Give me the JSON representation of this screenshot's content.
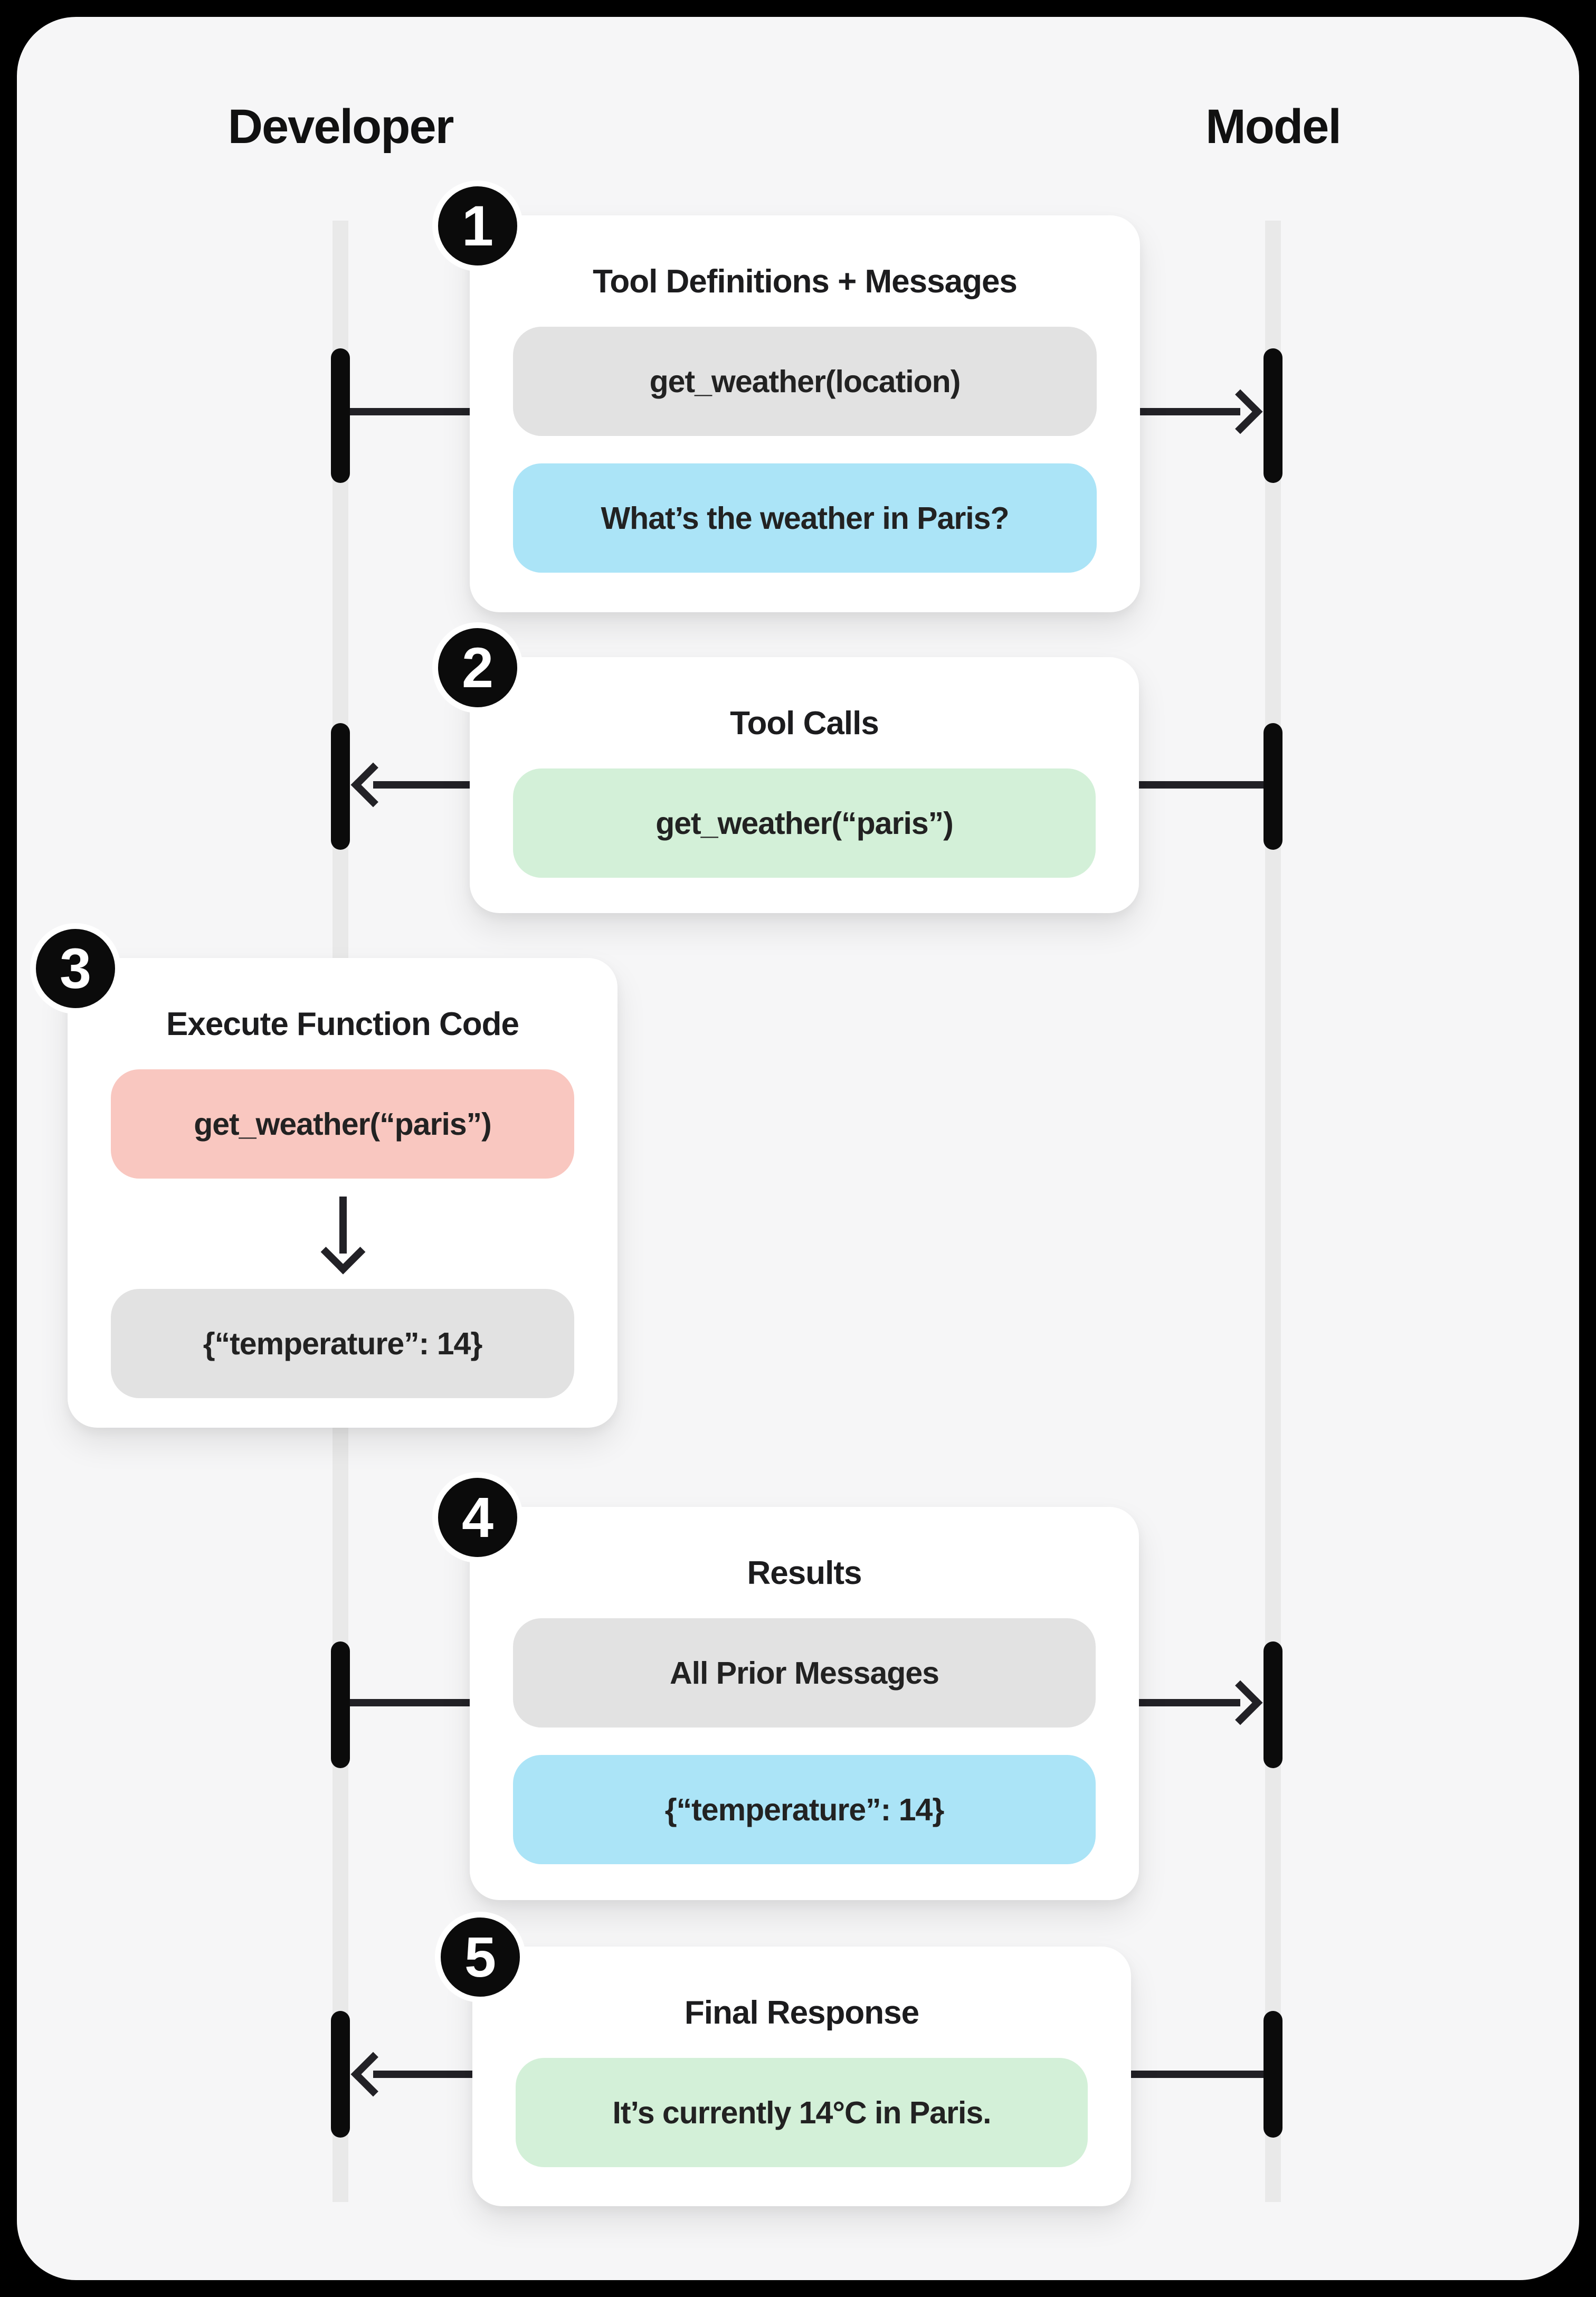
{
  "diagram": {
    "title_hint": "function-calling sequence diagram",
    "actors": [
      {
        "id": "developer",
        "label": "Developer"
      },
      {
        "id": "model",
        "label": "Model"
      }
    ],
    "steps": [
      {
        "number": "1",
        "title": "Tool Definitions + Messages",
        "direction": "developer-to-model",
        "pills": [
          {
            "style": "gray",
            "text": "get_weather(location)"
          },
          {
            "style": "blue",
            "text": "What’s the weather in Paris?"
          }
        ]
      },
      {
        "number": "2",
        "title": "Tool Calls",
        "direction": "model-to-developer",
        "pills": [
          {
            "style": "green",
            "text": "get_weather(“paris”)"
          }
        ]
      },
      {
        "number": "3",
        "title": "Execute Function Code",
        "direction": "internal-down-arrow",
        "pills": [
          {
            "style": "red",
            "text": "get_weather(“paris”)"
          },
          {
            "style": "gray",
            "text": "{“temperature”: 14}"
          }
        ]
      },
      {
        "number": "4",
        "title": "Results",
        "direction": "developer-to-model",
        "pills": [
          {
            "style": "gray",
            "text": "All Prior Messages"
          },
          {
            "style": "blue",
            "text": "{“temperature”: 14}"
          }
        ]
      },
      {
        "number": "5",
        "title": "Final Response",
        "direction": "model-to-developer",
        "pills": [
          {
            "style": "green",
            "text": "It’s currently 14°C in Paris."
          }
        ]
      }
    ],
    "colors": {
      "page_background": "#000000",
      "canvas_background": "#f6f6f7",
      "card_background": "#ffffff",
      "lifeline": "#e9e9e9",
      "activation_bar": "#0b0b0b",
      "arrow": "#222126",
      "badge_background": "#0b0b0b",
      "badge_ring": "#ffffff",
      "badge_number": "#ffffff",
      "text": "#1c1c1e",
      "pill_gray": "#e2e2e2",
      "pill_blue": "#abe4f7",
      "pill_green": "#d3f0d8",
      "pill_red": "#f9c7c0"
    }
  }
}
